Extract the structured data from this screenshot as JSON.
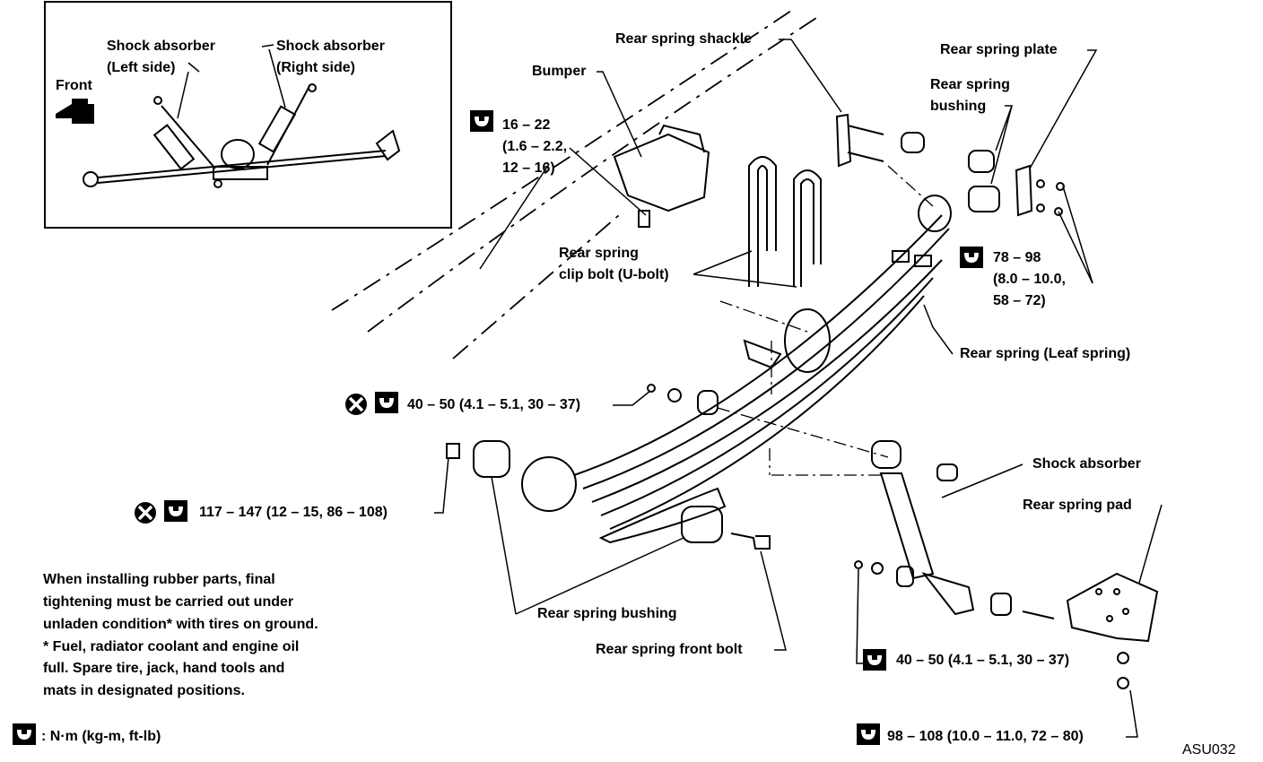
{
  "inset": {
    "front": "Front",
    "shock_left": [
      "Shock absorber",
      "(Left side)"
    ],
    "shock_right": [
      "Shock absorber",
      "(Right side)"
    ]
  },
  "callouts": {
    "rear_spring_shackle": "Rear spring shackle",
    "bumper": "Bumper",
    "rear_spring_plate": "Rear spring plate",
    "rear_spring_bushing_top": [
      "Rear spring",
      "bushing"
    ],
    "clip_bolt": [
      "Rear spring",
      "clip bolt (U-bolt)"
    ],
    "rear_spring_leaf": "Rear spring (Leaf spring)",
    "shock_absorber": "Shock absorber",
    "rear_spring_pad": "Rear spring pad",
    "rear_spring_bushing": "Rear spring bushing",
    "rear_spring_front_bolt": "Rear spring front bolt"
  },
  "torques": {
    "bumper": [
      "16 – 22",
      "(1.6 – 2.2,",
      "12 – 16)"
    ],
    "plate": [
      "78 – 98",
      "(8.0 – 10.0,",
      "58 – 72)"
    ],
    "shackle_lower": "40 – 50 (4.1 – 5.1, 30 – 37)",
    "front_eye": "117 – 147 (12 – 15, 86 – 108)",
    "shock_lower": "40 – 50 (4.1 – 5.1, 30 – 37)",
    "pad": "98 – 108 (10.0 – 11.0, 72 – 80)"
  },
  "notes": [
    "When installing rubber parts, final",
    "tightening must be carried out under",
    "unladen condition* with tires on ground.",
    "*  Fuel, radiator coolant and engine oil",
    "   full.  Spare tire, jack, hand tools and",
    "   mats in designated positions."
  ],
  "legend_unit": ": N·m (kg-m, ft-lb)",
  "figure_code": "ASU032",
  "icons": [
    "torque-wrench-icon",
    "do-not-reuse-icon",
    "front-arrow-icon"
  ]
}
